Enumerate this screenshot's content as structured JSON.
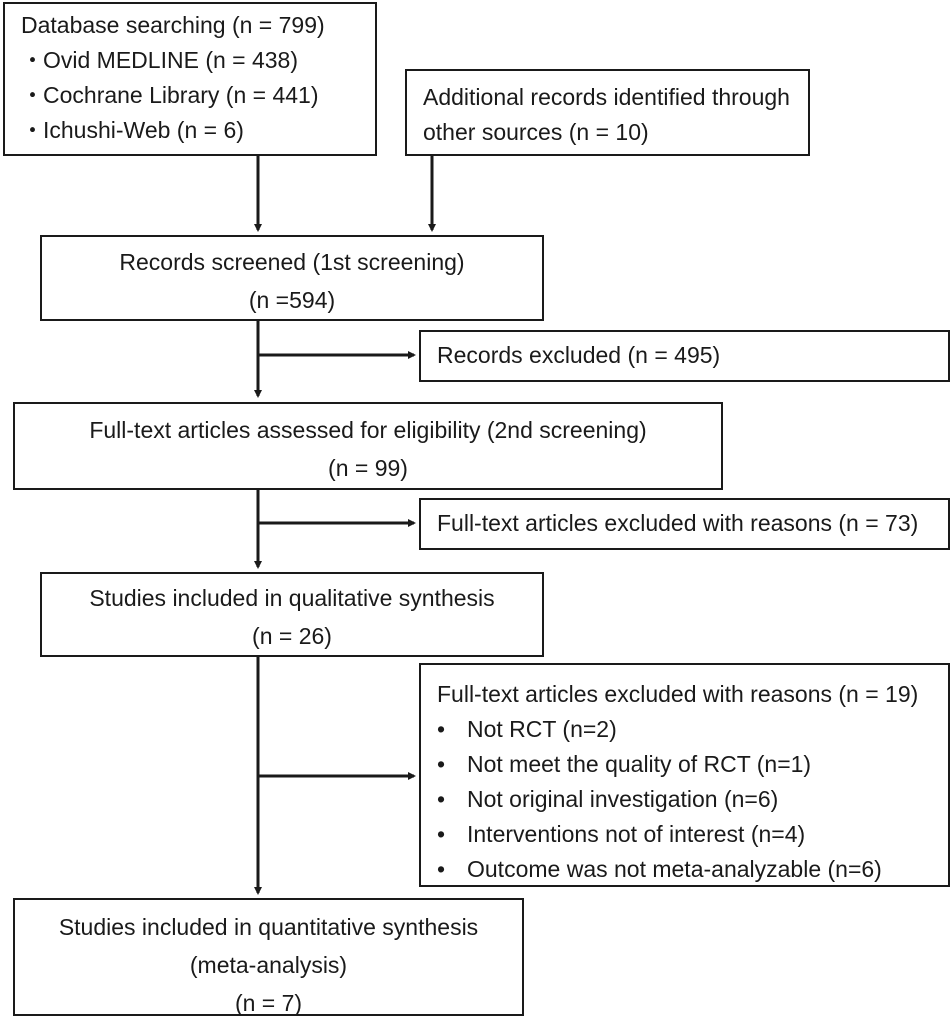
{
  "database": {
    "title": "Database searching (n = 799)",
    "sources": [
      "Ovid MEDLINE (n = 438)",
      "Cochrane Library (n = 441)",
      "Ichushi-Web (n = 6)"
    ],
    "bullet": "・"
  },
  "additional": {
    "line1": "Additional records identified through",
    "line2": "other sources (n = 10)"
  },
  "screened": {
    "line1": "Records screened (1st screening)",
    "line2": "(n =594)"
  },
  "excluded1": {
    "text": "Records excluded (n = 495)"
  },
  "fulltext": {
    "line1": "Full-text articles assessed for eligibility (2nd screening)",
    "line2": "(n = 99)"
  },
  "excluded2": {
    "text": "Full-text articles excluded with reasons (n = 73)"
  },
  "qualitative": {
    "line1": "Studies included in qualitative synthesis",
    "line2": "(n = 26)"
  },
  "excluded3": {
    "title": "Full-text articles excluded with reasons (n = 19)",
    "bullet": "•",
    "reasons": [
      "Not RCT (n=2)",
      "Not meet the quality of RCT (n=1)",
      "Not original investigation (n=6)",
      "Interventions not of interest (n=4)",
      "Outcome was not meta-analyzable (n=6)"
    ]
  },
  "quantitative": {
    "line1": "Studies included in quantitative synthesis",
    "line2": "(meta-analysis)",
    "line3": "(n = 7)"
  }
}
